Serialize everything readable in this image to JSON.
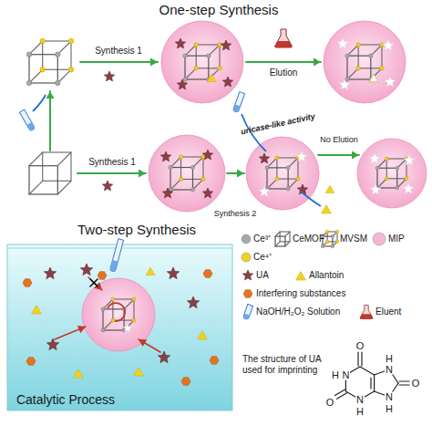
{
  "diagram": {
    "labels": [
      "One-step Synthesis",
      "Synthesis 1",
      "Elution",
      "Synthesis 1",
      "Synthesis 2",
      "uricase-like activity",
      "No Elution",
      "Two-step Synthesis",
      "Catalytic Process",
      "The structure of UA used for imprinting",
      "O",
      "H",
      "N",
      "O",
      "N",
      "H",
      "H",
      "N",
      "O",
      "N",
      "H"
    ],
    "legend": [
      {
        "text": "Ce³⁺",
        "color": "#a8a8a8"
      },
      {
        "text": "CeMOF"
      },
      {
        "text": "MVSM"
      },
      {
        "text": "MIP",
        "color": "#f7b6d4"
      },
      {
        "text": "Ce⁴⁺",
        "color": "#f2d01e"
      },
      {
        "text": "UA"
      },
      {
        "text": "Allantoin"
      },
      {
        "text": "Interfering substances"
      },
      {
        "text": "NaOH/H₂O₂ Solution"
      },
      {
        "text": "Eluent"
      }
    ]
  }
}
